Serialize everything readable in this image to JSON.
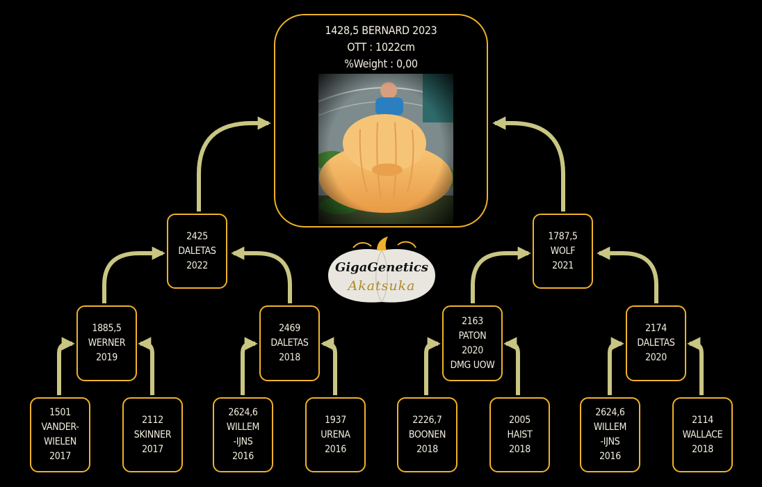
{
  "root": {
    "title": "1428,5 BERNARD 2023",
    "ott": "OTT : 1022cm",
    "weight": "%Weight : 0,00"
  },
  "logo": {
    "line1": "GigaGenetics",
    "line2": "Akatsuka"
  },
  "nodes": {
    "l1_left": [
      "2425",
      "DALETAS",
      "2022"
    ],
    "l1_right": [
      "1787,5",
      "WOLF",
      "2021"
    ],
    "l2_a": [
      "1885,5",
      "WERNER",
      "2019"
    ],
    "l2_b": [
      "2469",
      "DALETAS",
      "2018"
    ],
    "l2_c": [
      "2163",
      "PATON",
      "2020",
      "DMG UOW"
    ],
    "l2_d": [
      "2174",
      "DALETAS",
      "2020"
    ],
    "l3_a": [
      "1501",
      "VANDER-",
      "WIELEN",
      "2017"
    ],
    "l3_b": [
      "2112",
      "SKINNER",
      "2017"
    ],
    "l3_c": [
      "2624,6",
      "WILLEM",
      "-IJNS",
      "2016"
    ],
    "l3_d": [
      "1937",
      "URENA",
      "2016"
    ],
    "l3_e": [
      "2226,7",
      "BOONEN",
      "2018"
    ],
    "l3_f": [
      "2005",
      "HAIST",
      "2018"
    ],
    "l3_g": [
      "2624,6",
      "WILLEM",
      "-IJNS",
      "2016"
    ],
    "l3_h": [
      "2114",
      "WALLACE",
      "2018"
    ]
  },
  "colors": {
    "border": "#f0b22a",
    "connector": "#c9c684",
    "text": "#f4efe0",
    "background": "#000000"
  }
}
